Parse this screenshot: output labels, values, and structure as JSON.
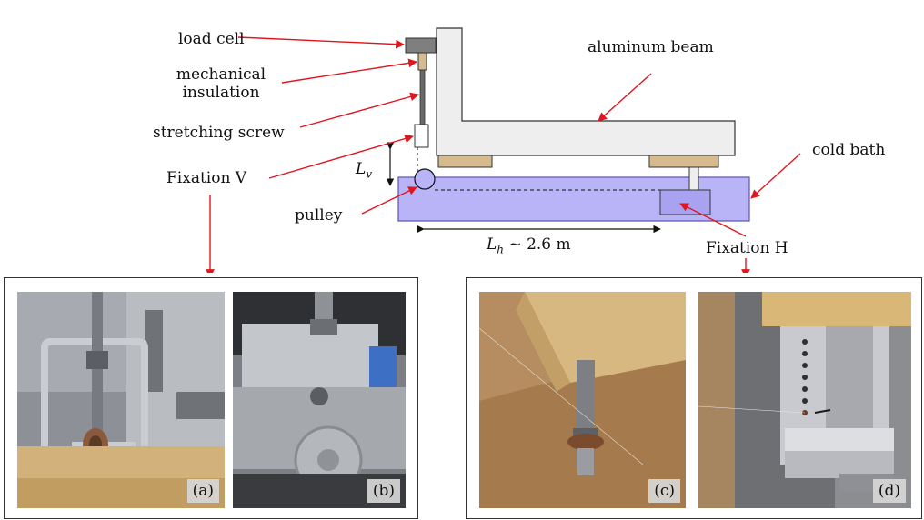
{
  "labels": {
    "load_cell": "load cell",
    "mechanical_insulation_line1": "mechanical",
    "mechanical_insulation_line2": "insulation",
    "stretching_screw": "stretching screw",
    "fixation_v": "Fixation V",
    "pulley": "pulley",
    "aluminum_beam": "aluminum beam",
    "cold_bath": "cold bath",
    "fixation_h": "Fixation H",
    "lv_symbol": "L",
    "lv_subscript": "v",
    "lh_symbol": "L",
    "lh_subscript": "h",
    "lh_value": " ~ 2.6 m"
  },
  "panels": {
    "a": "(a)",
    "b": "(b)",
    "c": "(c)",
    "d": "(d)"
  },
  "colors": {
    "annotation_arrow": "#e0161e",
    "bath_fill": "#b9b4f7",
    "bath_stroke": "#5a52b0",
    "wood_fill": "#d6bb8e",
    "beam_fill": "#eeeeee",
    "load_cell_fill": "#7f7f7f"
  }
}
